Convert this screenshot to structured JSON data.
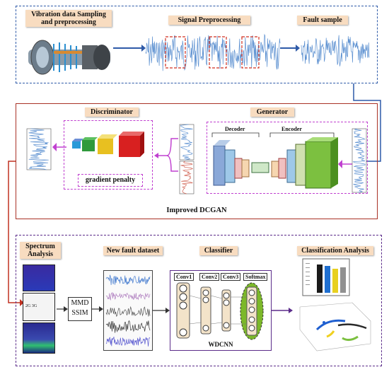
{
  "row1": {
    "sampling_label": "Vibration data Sampling and preprocessing",
    "preprocessing_label": "Signal Preprocessing",
    "fault_sample_label": "Fault sample"
  },
  "row2": {
    "discriminator_label": "Discriminator",
    "generator_label": "Generator",
    "decoder_label": "Decoder",
    "encoder_label": "Encoder",
    "gradient_penalty_label": "gradient penalty",
    "title": "Improved DCGAN"
  },
  "row3": {
    "spectrum_label": "Spectrum Analysis",
    "new_dataset_label": "New fault dataset",
    "classifier_label": "Classifier",
    "classification_label": "Classification Analysis",
    "mmd_label": "MMD",
    "ssim_label": "SSIM",
    "conv1": "Conv1",
    "conv2": "Conv2",
    "conv3": "Conv3",
    "softmax": "Softmax",
    "wdcnn_label": "WDCNN"
  },
  "colors": {
    "row1_border": "#2e5aa8",
    "row2_border": "#a93226",
    "row3_border": "#5b2c8a",
    "tag_fill": "#f8dcc0",
    "signal_blue": "#5a8fd0",
    "signal_red": "#d06050",
    "magenta_dash": "#c040d0"
  }
}
